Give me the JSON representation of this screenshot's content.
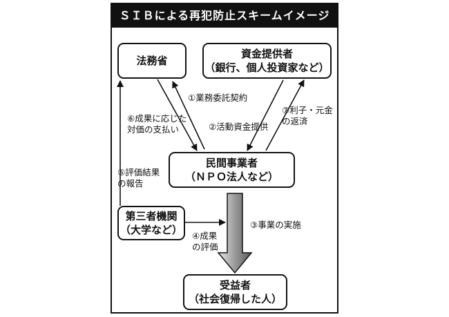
{
  "title": "ＳＩＢによる再犯防止スキームイメージ",
  "nodes": {
    "ministry": {
      "line1": "法務省"
    },
    "investors": {
      "line1": "資金提供者",
      "line2": "（銀行、個人投資家など）"
    },
    "operator": {
      "line1": "民間事業者",
      "line2": "（ＮＰＯ法人など）"
    },
    "third_party": {
      "line1": "第三者機関",
      "line2": "（大学など）"
    },
    "beneficiary": {
      "line1": "受益者",
      "line2": "（社会復帰した人）"
    }
  },
  "edges": {
    "e1": {
      "line1": "①業務委託契約"
    },
    "e2": {
      "line1": "②活動資金提供"
    },
    "e3": {
      "line1": "③事業の実施"
    },
    "e4": {
      "line1": "④成果",
      "line2": "の評価"
    },
    "e5": {
      "line1": "⑤評価結果",
      "line2": "の報告"
    },
    "e6": {
      "line1": "⑥成果に応じた",
      "line2": "対価の支払い"
    },
    "e7": {
      "line1": "⑦利子・元金",
      "line2": "の返済"
    }
  }
}
